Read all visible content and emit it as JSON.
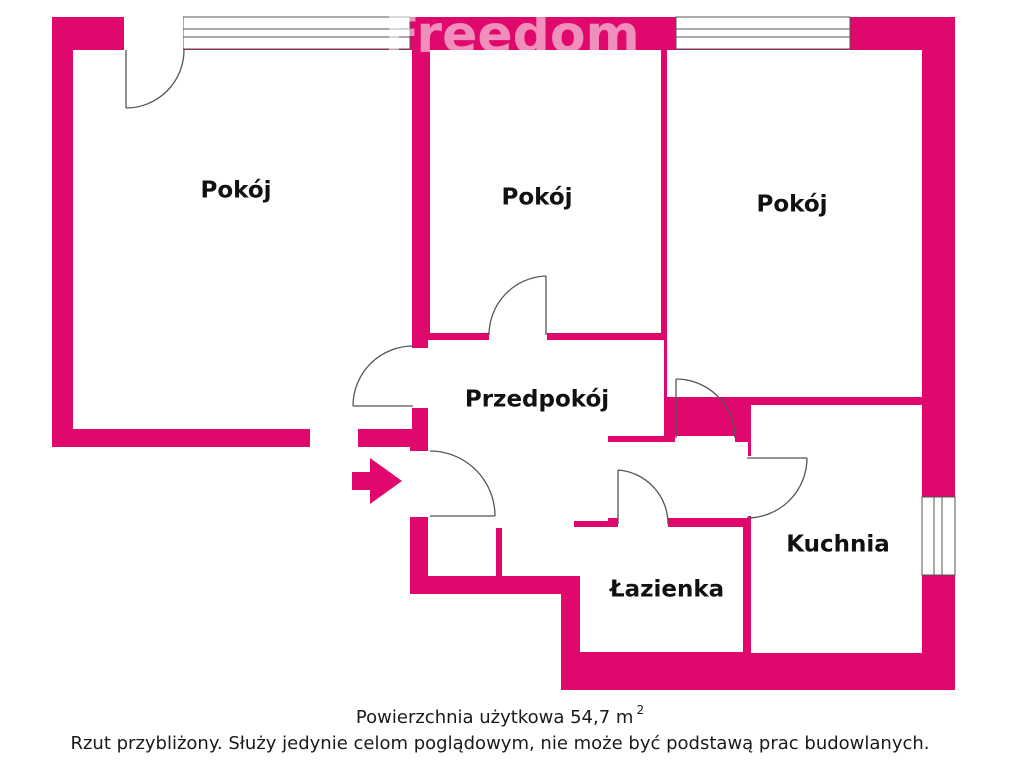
{
  "watermark": "Freedom",
  "rooms": {
    "room_1": "Pokój",
    "room_2": "Pokój",
    "room_3": "Pokój",
    "hallway": "Przedpokój",
    "kitchen": "Kuchnia",
    "bathroom": "Łazienka"
  },
  "entrance": {
    "icon": "arrow-right-icon"
  },
  "colors": {
    "wall": "#e0086c",
    "floor": "#ffffff",
    "text": "#111111"
  },
  "caption": {
    "area_text": "Powierzchnia użytkowa 54,7 m",
    "area_unit_exponent": "2",
    "disclaimer": "Rzut przybliżony. Służy jedynie celom poglądowym, nie może być podstawą prac budowlanych."
  }
}
